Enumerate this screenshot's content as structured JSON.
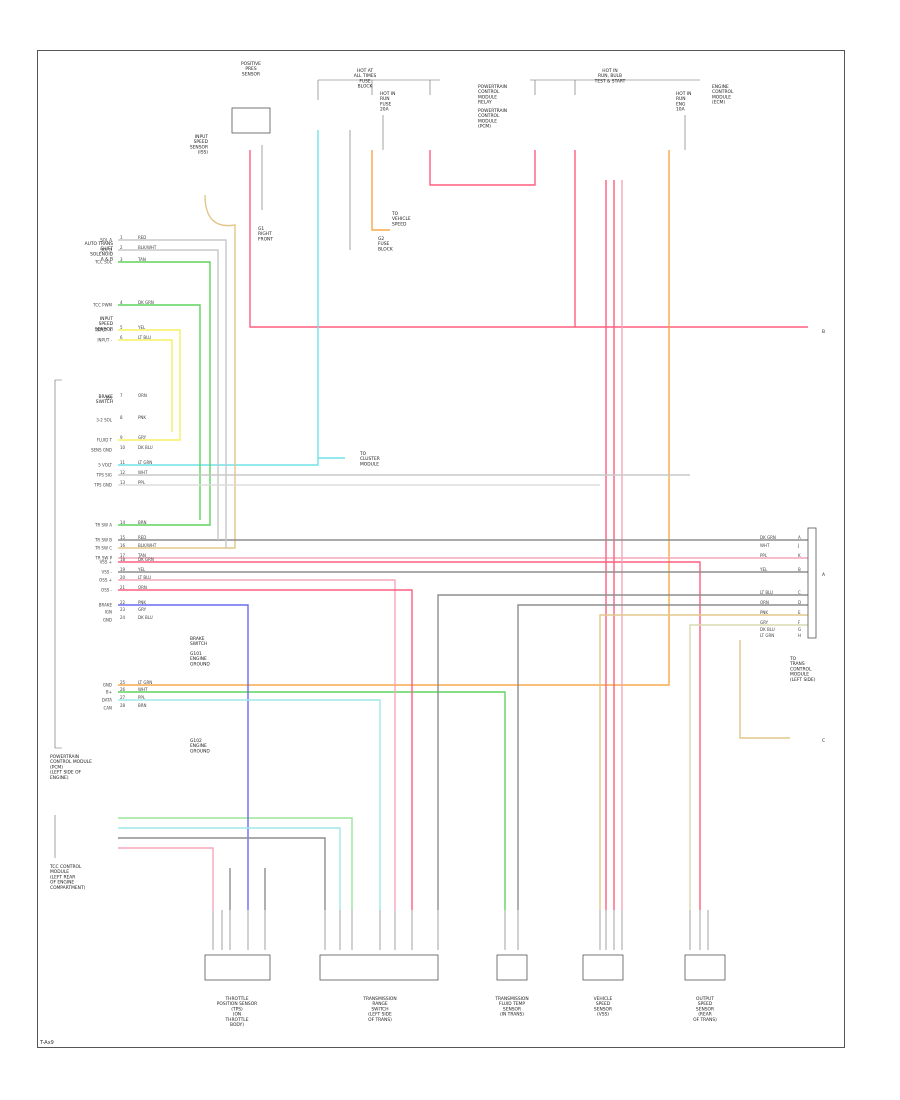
{
  "figure": {
    "type": "wiring-diagram",
    "id": "T-Ax9"
  },
  "colors": {
    "red": "#ff5f7e",
    "pink": "#f5a7b8",
    "green": "#5fd35f",
    "light_green": "#9be39b",
    "yellow": "#f6f060",
    "orange": "#f7a94a",
    "tan": "#e2c78a",
    "cyan": "#6fe3e8",
    "blue": "#6a6af0",
    "gray": "#8d8d8d",
    "light_gray": "#c8c8c8",
    "black": "#444444"
  },
  "labels": {
    "top_fuse_left": [
      "HOT AT",
      "ALL TIMES",
      "FUSE",
      "BLOCK"
    ],
    "top_fuse_right": [
      "HOT IN",
      "RUN, BULB",
      "TEST & START"
    ],
    "top_fuse_mid": [
      "HOT IN",
      "RUN",
      "FUSE",
      "20A"
    ],
    "top_fuse_far": [
      "HOT IN",
      "RUN",
      "ENG",
      "10A"
    ],
    "oxygen_sensor": [
      "POSITIVE",
      "PRES",
      "SENSOR"
    ],
    "knock_sensor": [
      "INPUT",
      "SPEED",
      "SENSOR",
      "(ISS)"
    ],
    "ecm_relay_note": [
      "POWERTRAIN",
      "CONTROL",
      "MODULE",
      "RELAY"
    ],
    "ptc_relay": [
      "POWERTRAIN",
      "CONTROL",
      "MODULE",
      "(PCM)"
    ],
    "engine_node": [
      "ENGINE",
      "CONTROL",
      "MODULE",
      "(ECM)"
    ],
    "splice_g1": [
      "G1",
      "RIGHT",
      "FRONT"
    ],
    "splice_g2": [
      "G2",
      "FUSE",
      "BLOCK"
    ],
    "vss_note": [
      "TO",
      "VEHICLE",
      "SPEED"
    ],
    "cluster_note": [
      "TO",
      "CLUSTER",
      "MODULE"
    ],
    "brake_note": [
      "BRAKE",
      "SWITCH"
    ],
    "ground_note_1": [
      "G101",
      "ENGINE",
      "GROUND"
    ],
    "ground_note_2": [
      "G102",
      "ENGINE",
      "GROUND"
    ],
    "pcm_block_title": [
      "POWERTRAIN",
      "CONTROL MODULE",
      "(PCM)",
      "(LEFT SIDE OF",
      "ENGINE)"
    ],
    "tcc_block_title": [
      "TCC CONTROL",
      "MODULE",
      "(LEFT REAR",
      "OF ENGINE",
      "COMPARTMENT)"
    ],
    "right_connector_note": [
      "TO",
      "TRANS",
      "CONTROL",
      "MODULE",
      "(LEFT SIDE)"
    ],
    "right_edge_b": [
      "B"
    ],
    "right_edge_a": [
      "A"
    ],
    "right_edge_c": [
      "C"
    ],
    "left_group_1": [
      "AUTO TRANS",
      "SHIFT",
      "SOLENOID",
      "A & B"
    ],
    "left_group_2": [
      "INPUT",
      "SPEED",
      "SENSOR"
    ],
    "left_group_3": [
      "BRAKE",
      "SWITCH"
    ],
    "bottom_labels": [
      [
        "THROTTLE",
        "POSITION SENSOR",
        "(TPS)",
        "(ON",
        "THROTTLE",
        "BODY)"
      ],
      [
        "TRANSMISSION",
        "RANGE",
        "SWITCH",
        "(LEFT SIDE",
        "OF TRANS)"
      ],
      [
        "TRANSMISSION",
        "FLUID TEMP",
        "SENSOR",
        "(IN TRANS)"
      ],
      [
        "VEHICLE",
        "SPEED",
        "SENSOR",
        "(VSS)"
      ],
      [
        "OUTPUT",
        "SPEED",
        "SENSOR",
        "(REAR",
        "OF TRANS)"
      ]
    ]
  },
  "pcm_pins": [
    "1",
    "2",
    "3",
    "4",
    "5",
    "6",
    "7",
    "8",
    "9",
    "10",
    "11",
    "12",
    "13",
    "14",
    "15",
    "16",
    "17",
    "18",
    "19",
    "20",
    "21",
    "22",
    "23",
    "24",
    "25",
    "26",
    "27",
    "28"
  ],
  "pcm_pin_labels": [
    "SOL A",
    "SOL B",
    "TCC SOL",
    "TCC PWM",
    "INPUT +",
    "INPUT -",
    "ISS",
    "3-2 SOL",
    "FLUID T",
    "SENS GND",
    "5 VOLT",
    "TPS SIG",
    "TPS GND",
    "TR SW A",
    "TR SW B",
    "TR SW C",
    "TR SW P",
    "VSS +",
    "VSS -",
    "OSS +",
    "OSS -",
    "BRAKE",
    "IGN",
    "GND",
    "GND",
    "B+",
    "DATA",
    "CAN"
  ],
  "wire_codes": [
    "RED",
    "BLK/WHT",
    "TAN",
    "DK GRN",
    "YEL",
    "LT BLU",
    "ORN",
    "PNK",
    "GRY",
    "DK BLU",
    "LT GRN",
    "WHT",
    "PPL",
    "BRN"
  ],
  "right_pins": [
    "A",
    "B",
    "C",
    "D",
    "E",
    "F",
    "G",
    "H",
    "J",
    "K"
  ]
}
